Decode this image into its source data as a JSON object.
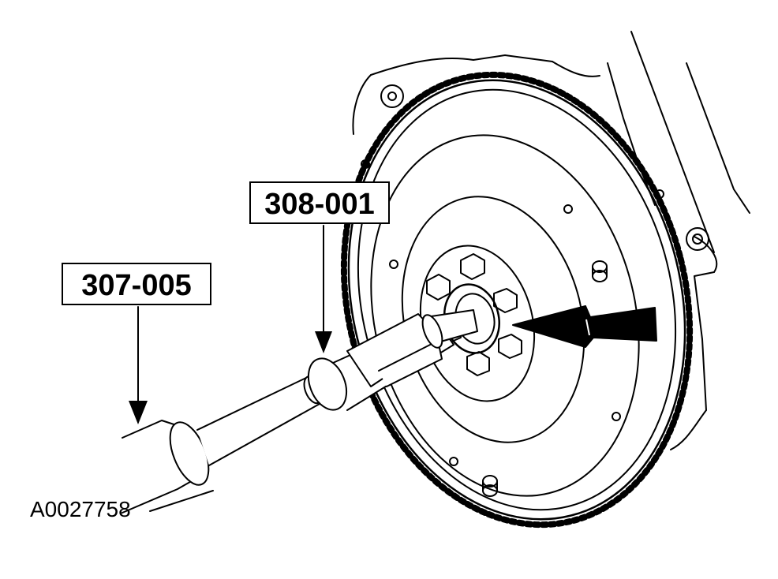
{
  "callouts": {
    "tool_308": "308-001",
    "tool_307": "307-005"
  },
  "figure_id": "A0027758",
  "colors": {
    "ink": "#000000",
    "paper": "#ffffff"
  }
}
